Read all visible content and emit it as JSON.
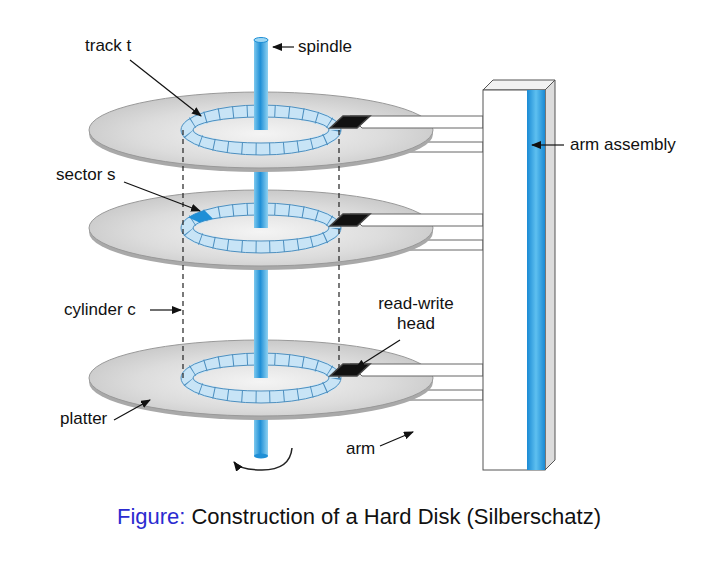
{
  "diagram": {
    "caption": "Construction of a Hard Disk (Silberschatz)",
    "labels": [
      "track t",
      "spindle",
      "sector s",
      "cylinder c",
      "read-write head",
      "platter",
      "arm",
      "arm assembly",
      "Figure:"
    ]
  }
}
